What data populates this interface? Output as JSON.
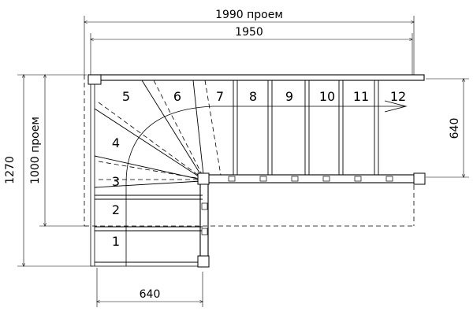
{
  "dimensions": {
    "top_opening": "1990 проем",
    "top_inner": "1950",
    "right_height": "640",
    "left_outer": "1270",
    "left_opening": "1000 проем",
    "bottom_width": "640"
  },
  "steps": [
    "1",
    "2",
    "3",
    "4",
    "5",
    "6",
    "7",
    "8",
    "9",
    "10",
    "11",
    "12"
  ]
}
